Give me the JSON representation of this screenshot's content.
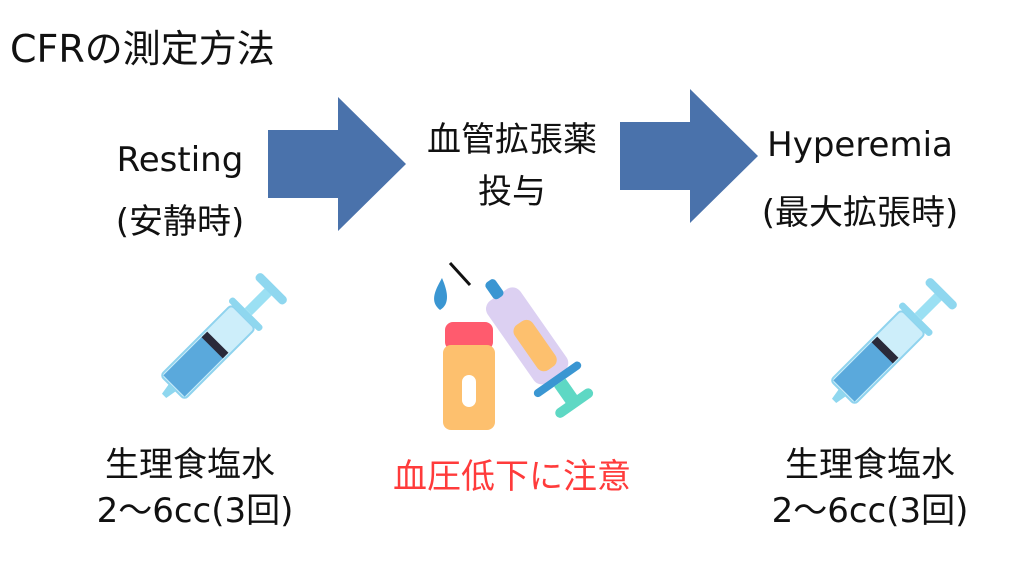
{
  "title": "CFRの測定方法",
  "steps": [
    {
      "line1": "Resting",
      "line2": "(安静時)"
    },
    {
      "line1": "血管拡張薬",
      "line2": "投与"
    },
    {
      "line1": "Hyperemia",
      "line2": "(最大拡張時)"
    }
  ],
  "left_note": {
    "line1": "生理食塩水",
    "line2": "2〜6cc(3回)"
  },
  "right_note": {
    "line1": "生理食塩水",
    "line2": "2〜6cc(3回)"
  },
  "warning": "血圧低下に注意",
  "colors": {
    "arrow": "#4a72ab",
    "warning": "#ff3b3b",
    "text": "#111111"
  }
}
